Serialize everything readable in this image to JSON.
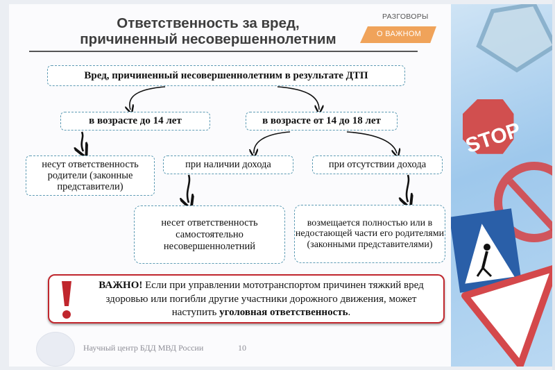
{
  "title": {
    "line1": "Ответственность за вред,",
    "line2": "причиненный несовершеннолетним"
  },
  "logo": {
    "top": "РАЗГОВОРЫ",
    "bottom": "О ВАЖНОМ"
  },
  "diagram": {
    "root": "Вред, причиненный несовершеннолетним в результате ДТП",
    "age_under_14": "в возрасте до 14 лет",
    "age_14_18": "в возрасте от 14 до 18 лет",
    "parents": "несут ответственность родители (законные представители)",
    "with_income": "при наличии дохода",
    "without_income": "при отсутствии дохода",
    "self_liable": "несет ответственность самостоятельно несовершеннолетний",
    "compensated": "возмещается полностью или в недостающей части его родителями (законными представителями)"
  },
  "warning": {
    "lead": "ВАЖНО!",
    "text": " Если при управлении мототранспортом причинен тяжкий вред здоровью или погибли другие участники дорожного движения, может наступить ",
    "emphasis": "уголовная ответственность",
    "end": "."
  },
  "footer": {
    "org": "Научный центр БДД МВД России",
    "page": "10"
  },
  "side_sign_text": "STOP",
  "colors": {
    "box_border": "#5d9bb4",
    "warning_red": "#c0262d",
    "logo_orange": "#f0a35a"
  }
}
